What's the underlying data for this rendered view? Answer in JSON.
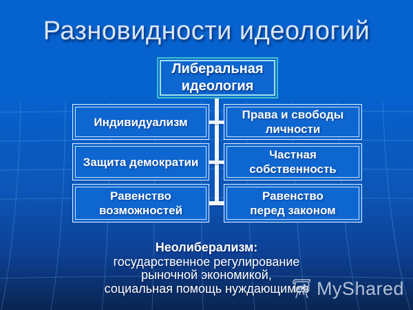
{
  "slide": {
    "title": "Разновидности идеологий",
    "diagram": {
      "root": {
        "label": "Либеральная\nидеология"
      },
      "items": [
        {
          "label": "Индивидуализм",
          "side": "left",
          "row": 1
        },
        {
          "label": "Права и свободы\nличности",
          "side": "right",
          "row": 1
        },
        {
          "label": "Защита демократии",
          "side": "left",
          "row": 2
        },
        {
          "label": "Частная собственность",
          "side": "right",
          "row": 2
        },
        {
          "label": "Равенство\nвозможностей",
          "side": "left",
          "row": 3
        },
        {
          "label": "Равенство\nперед законом",
          "side": "right",
          "row": 3
        }
      ]
    },
    "footnote": {
      "heading": "Неолиберализм:",
      "lines": [
        "государственное регулирование",
        "рыночной экономикой,",
        "социальная помощь нуждающимся"
      ]
    },
    "watermark": {
      "label": "MyShared",
      "icon": "flipchart-chart-icon"
    },
    "colors": {
      "bg_top": "#0662ce",
      "bg_mid": "#0c55b6",
      "bg_low": "#0d4094",
      "bg_bottom": "#092550",
      "box_fill": "#0e66d0",
      "box_border": "#e9f3fd",
      "root_border": "#3ac1cb",
      "root_border_inner": "#9fe2e8",
      "connector": "#f0f5fc",
      "title_text": "#dbe6f5",
      "text": "#ffffff",
      "grid_line": "#6db3f5",
      "watermark": "#c9d4e2"
    }
  }
}
